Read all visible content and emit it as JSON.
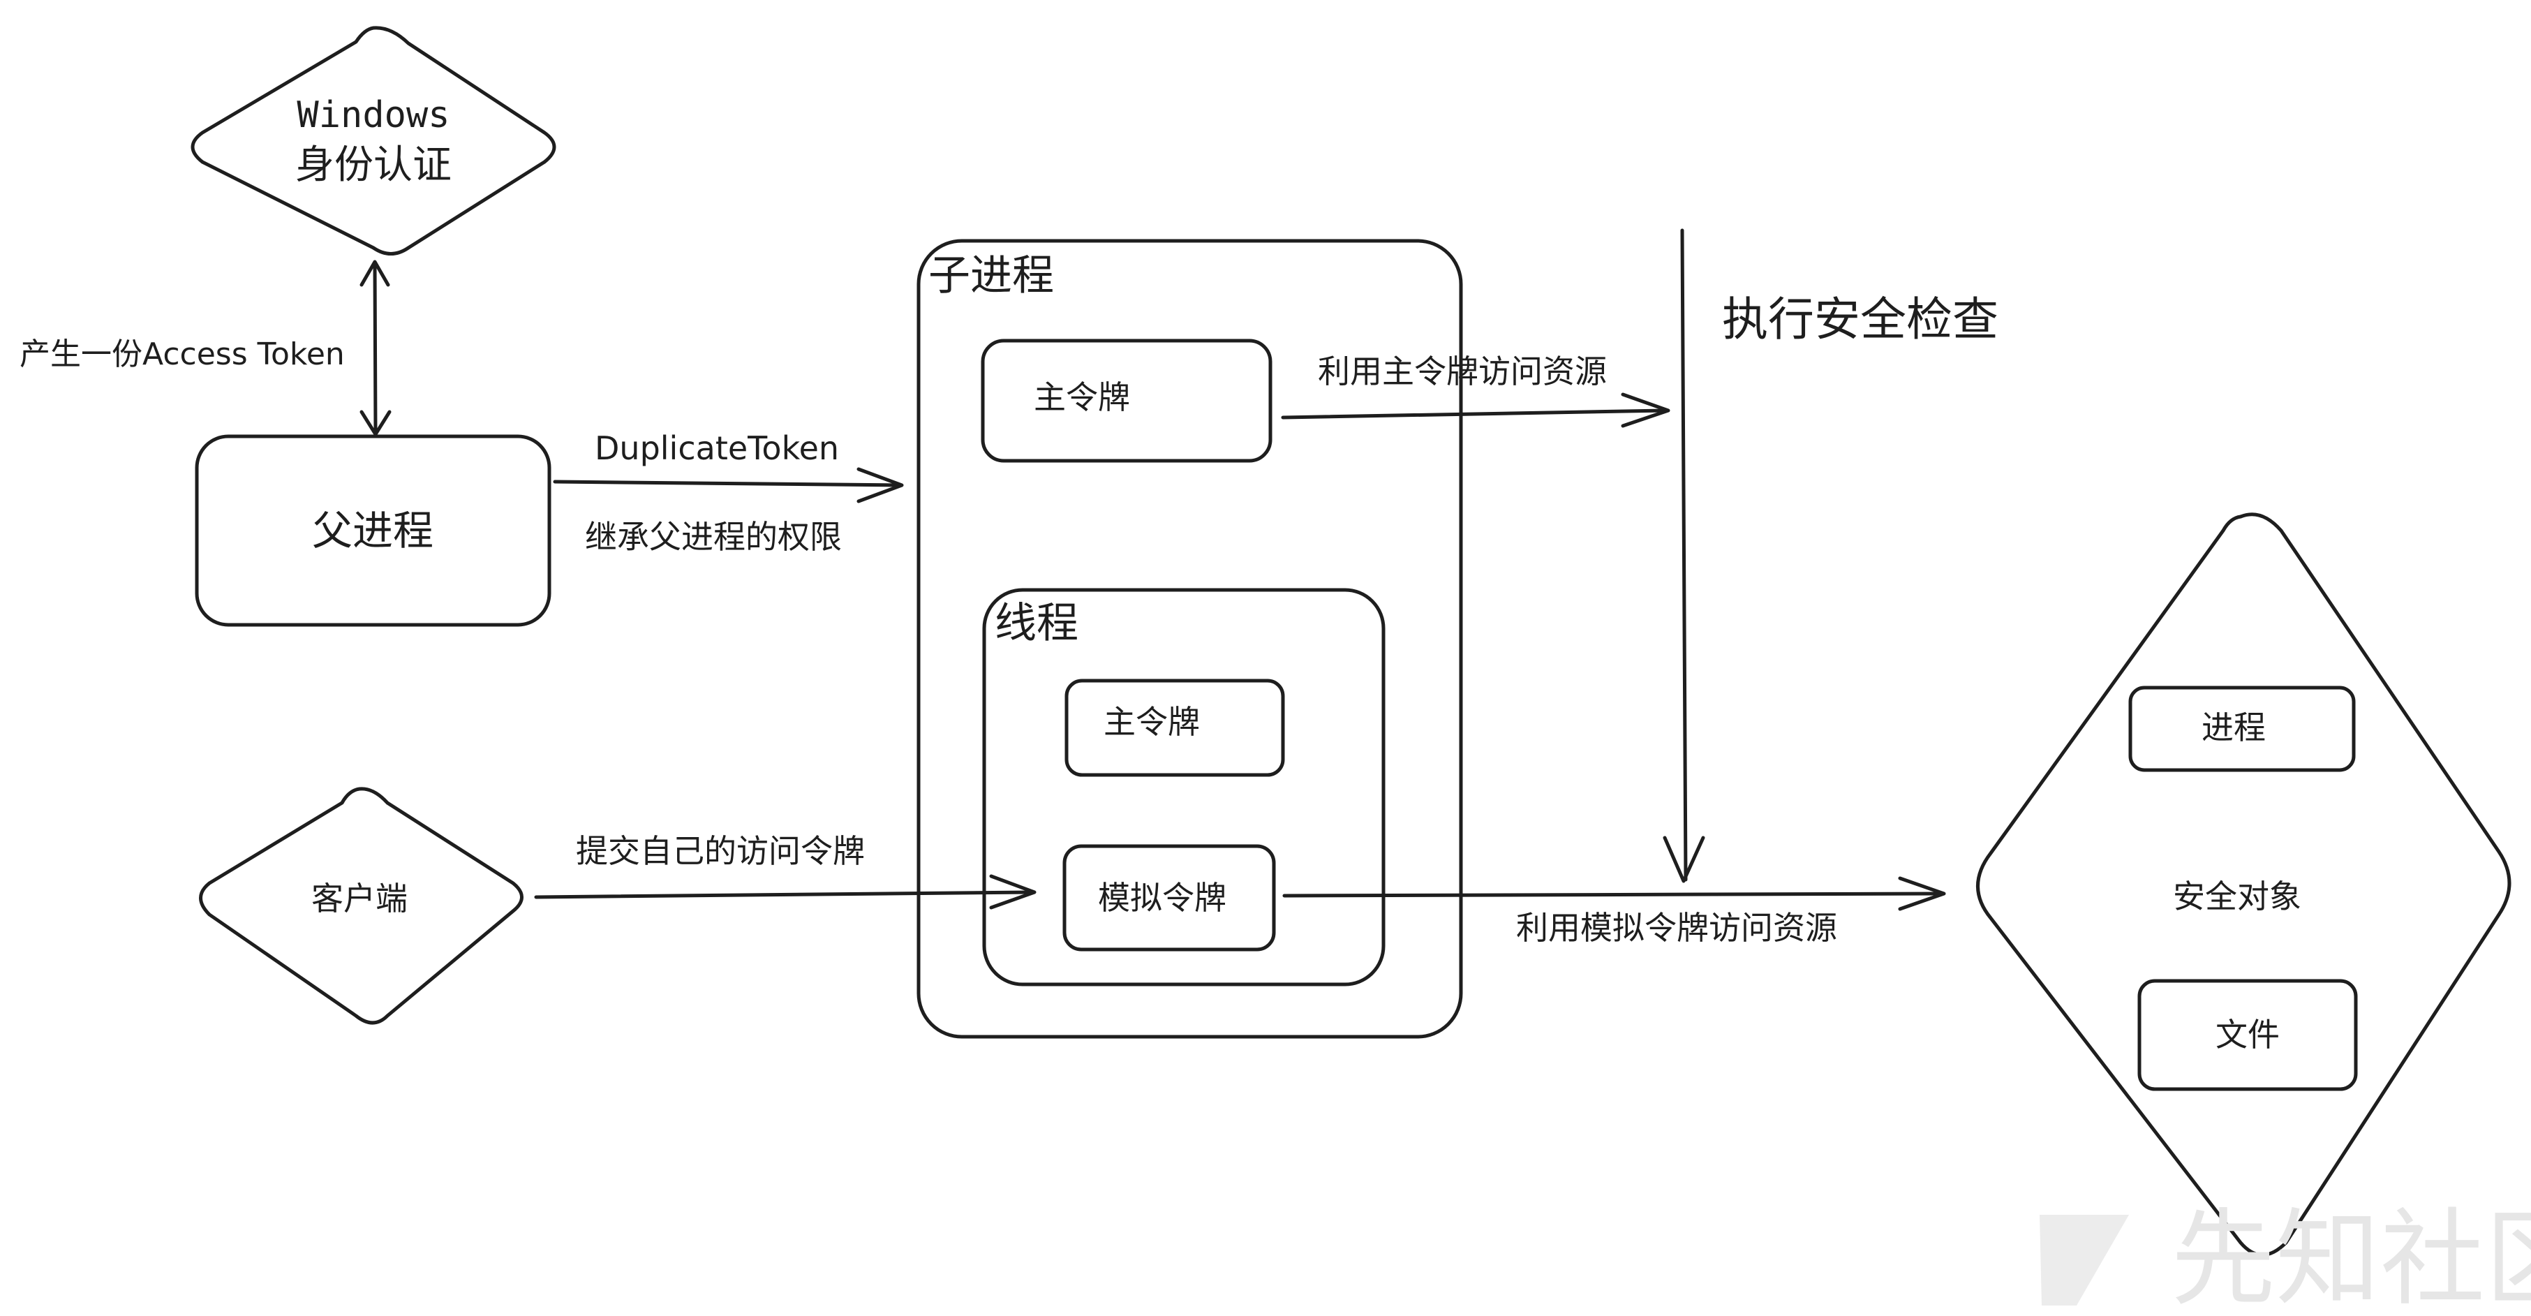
{
  "nodes": {
    "windows_auth": {
      "line1": "Windows",
      "line2": "身份认证"
    },
    "parent_process": "父进程",
    "child_process": "子进程",
    "child_primary_token": "主令牌",
    "thread": "线程",
    "thread_primary_token": "主令牌",
    "impersonation_token": "模拟令牌",
    "client": "客户端",
    "security_check": "执行安全检查",
    "security_object": "安全对象",
    "object_process": "进程",
    "object_file": "文件"
  },
  "edges": {
    "auth_to_parent": "产生一份Access Token",
    "duplicate_token": "DuplicateToken",
    "inherit_rights": "继承父进程的权限",
    "primary_access": "利用主令牌访问资源",
    "client_submit": "提交自己的访问令牌",
    "impersonation_access": "利用模拟令牌访问资源"
  },
  "watermark": "先知社区"
}
